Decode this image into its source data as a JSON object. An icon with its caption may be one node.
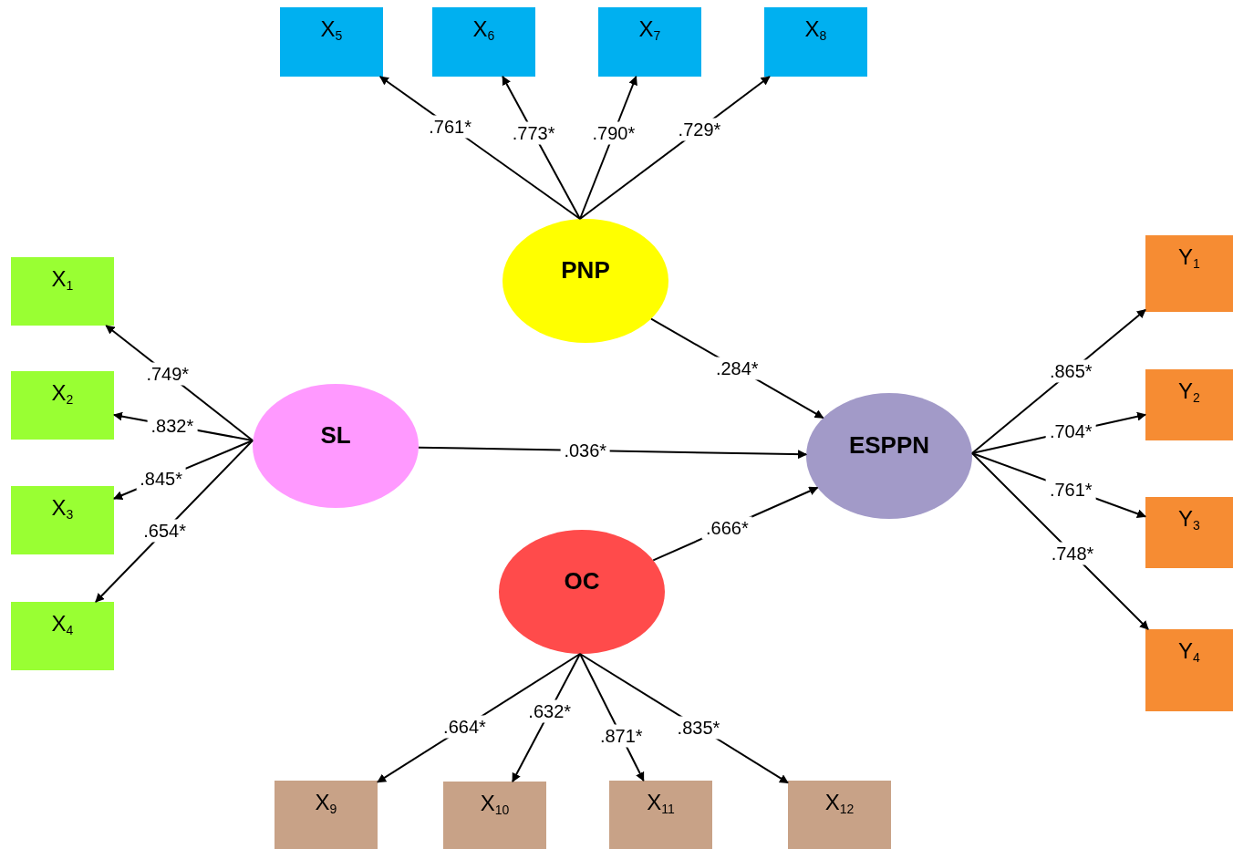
{
  "diagram": {
    "nodes": [
      {
        "text": [
          "X$_{1}$"
        ]
      },
      {
        "text": [
          "X$_{2}$"
        ]
      },
      {
        "text": [
          "X$_{3}$"
        ]
      },
      {
        "text": [
          "X$_{4}$"
        ]
      },
      {
        "text": [
          "X$_{5}$"
        ]
      },
      {
        "text": [
          "X$_{6}$"
        ]
      },
      {
        "text": [
          "X$_{7}$"
        ]
      },
      {
        "text": [
          "X$_{8}$"
        ]
      },
      {
        "text": [
          "PNP"
        ]
      },
      {
        "text": [
          "SL"
        ]
      },
      {
        "text": [
          "ESPPN"
        ]
      },
      {
        "text": [
          "OC"
        ]
      },
      {
        "text": [
          "Y$_{1}$"
        ]
      },
      {
        "text": [
          "Y$_{2}$"
        ]
      },
      {
        "text": [
          "Y$_{3}$"
        ]
      },
      {
        "text": [
          "Y$_{4}$"
        ]
      },
      {
        "text": [
          "X$_{9}$"
        ]
      },
      {
        "text": [
          "X$_{10}$"
        ]
      },
      {
        "text": [
          "X$_{11}$"
        ]
      },
      {
        "text": [
          "X$_{12}$"
        ]
      }
    ],
    "edges": [
      {
        "from": 8,
        "to": 4,
        "arrow": "to",
        "label": ".761*"
      },
      {
        "from": 8,
        "to": 5,
        "arrow": "to",
        "label": ".773*"
      },
      {
        "from": 8,
        "to": 6,
        "arrow": "to",
        "label": ".790*"
      },
      {
        "from": 8,
        "to": 7,
        "arrow": "to",
        "label": ".729*"
      },
      {
        "from": 9,
        "to": 0,
        "arrow": "to",
        "label": ".749*"
      },
      {
        "from": 9,
        "to": 1,
        "arrow": "to",
        "label": ".832*"
      },
      {
        "from": 9,
        "to": 2,
        "arrow": "to",
        "label": ".845*"
      },
      {
        "from": 9,
        "to": 3,
        "arrow": "to",
        "label": ".654*"
      },
      {
        "from": 8,
        "to": 10,
        "arrow": "to",
        "label": ".284*"
      },
      {
        "from": 9,
        "to": 10,
        "arrow": "to",
        "label": ".036*"
      },
      {
        "from": 11,
        "to": 10,
        "arrow": "to",
        "label": ".666*"
      },
      {
        "from": 10,
        "to": 12,
        "arrow": "to",
        "label": ".865*"
      },
      {
        "from": 10,
        "to": 13,
        "arrow": "to",
        "label": ".704*"
      },
      {
        "from": 10,
        "to": 14,
        "arrow": "to",
        "label": ".761*"
      },
      {
        "from": 10,
        "to": 15,
        "arrow": "to",
        "label": ".748*"
      },
      {
        "from": 11,
        "to": 16,
        "arrow": "to",
        "label": ".664*"
      },
      {
        "from": 11,
        "to": 17,
        "arrow": "to",
        "label": ".632*"
      },
      {
        "from": 11,
        "to": 18,
        "arrow": "to",
        "label": ".871*"
      },
      {
        "from": 11,
        "to": 19,
        "arrow": "to",
        "label": ".835*"
      }
    ]
  }
}
